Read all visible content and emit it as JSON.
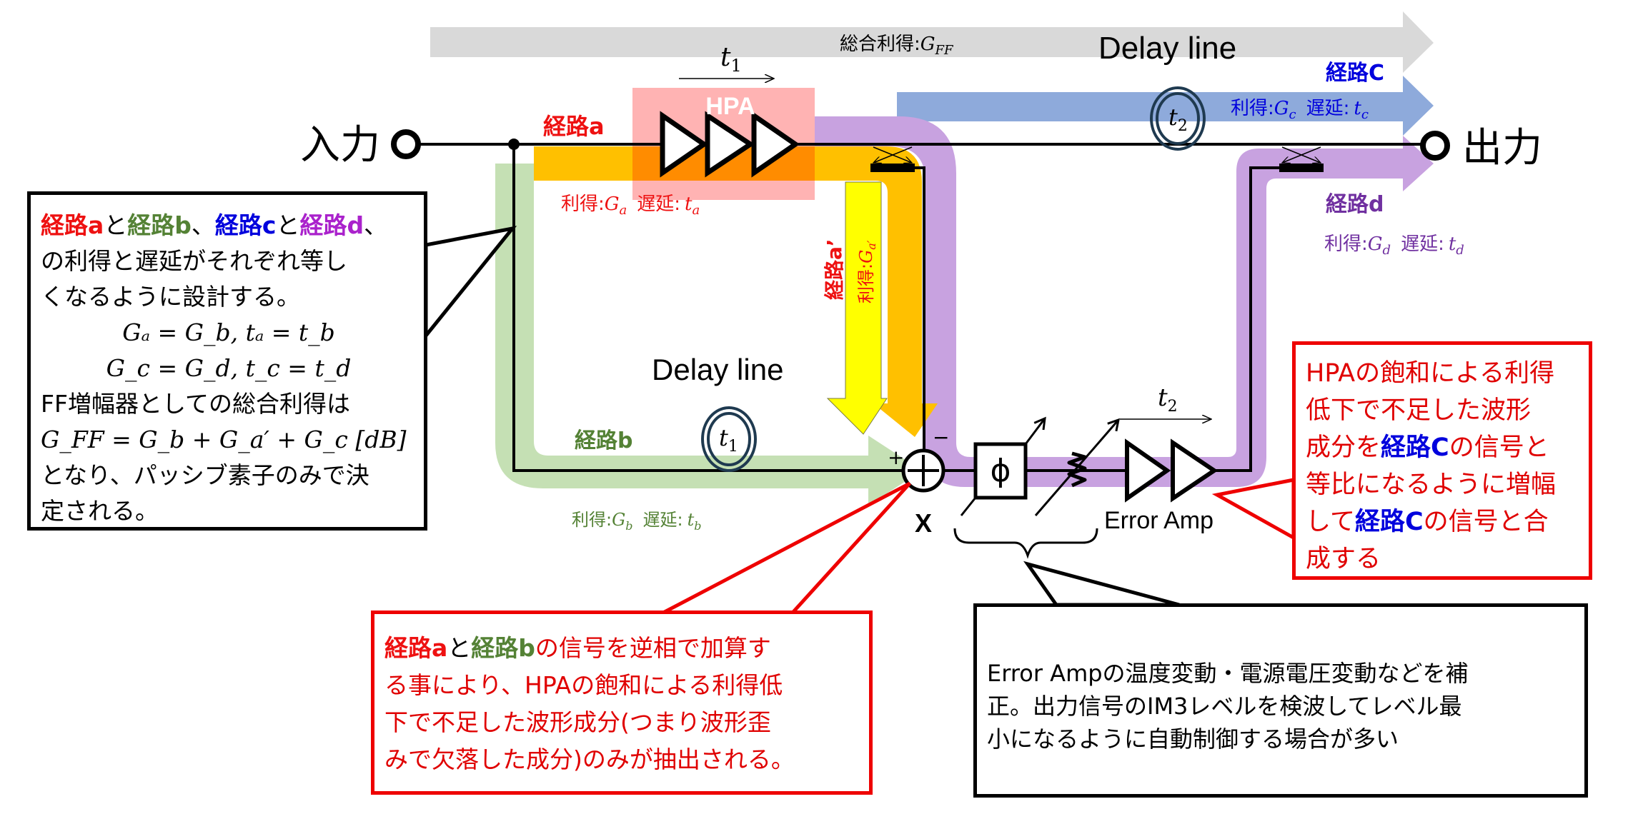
{
  "colors": {
    "gray_band": "#d9d9d9",
    "blue_band": "#8eaadb",
    "purple_band": "#c8a2e0",
    "orange_band": "#ffc000",
    "hpa_box": "#ffb3b3",
    "hpa_overlap": "#ff8c00",
    "yellow_arrow": "#ffff00",
    "green_band": "#c5e0b4",
    "path_a": "#ee1111",
    "path_b": "#548235",
    "path_c": "#0000dd",
    "path_d": "#7030a0",
    "delay_circle": "#1f3a50",
    "callout_red": "#ee0000"
  },
  "terminals": {
    "input": "入力",
    "output": "出力"
  },
  "total_gain": {
    "label": "総合利得:",
    "symbol": "G",
    "sub": "FF"
  },
  "hpa": {
    "label": "HPA",
    "delay_symbol": "t",
    "delay_sub": "1"
  },
  "path_a": {
    "name": "経路a",
    "gain_label": "利得:",
    "gain_symbol": "G",
    "gain_sub": "a",
    "delay_label": "遅延:",
    "delay_symbol": "t",
    "delay_sub": "a"
  },
  "path_a_prime": {
    "name": "経路a’",
    "gain_text": "利得:",
    "gain_symbol": "G",
    "gain_sub": "a′"
  },
  "path_b": {
    "name": "経路b",
    "gain_label": "利得:",
    "gain_symbol": "G",
    "gain_sub": "b",
    "delay_label": "遅延:",
    "delay_symbol": "t",
    "delay_sub": "b"
  },
  "path_c": {
    "name": "経路C",
    "gain_label": "利得:",
    "gain_symbol": "G",
    "gain_sub": "c",
    "delay_label": "遅延:",
    "delay_symbol": "t",
    "delay_sub": "c"
  },
  "path_d": {
    "name": "経路d",
    "gain_label": "利得:",
    "gain_symbol": "G",
    "gain_sub": "d",
    "delay_label": "遅延:",
    "delay_symbol": "t",
    "delay_sub": "d"
  },
  "delay_line_1": {
    "label": "Delay line",
    "symbol": "t",
    "sub": "1"
  },
  "delay_line_2": {
    "label": "Delay line",
    "symbol": "t",
    "sub": "2"
  },
  "combiner": {
    "plus_sign": "+",
    "minus_sign": "−",
    "node_label": "X"
  },
  "phase_shifter": {
    "symbol": "ϕ"
  },
  "error_amp": {
    "label": "Error Amp",
    "delay_symbol": "t",
    "delay_sub": "2"
  },
  "left_callout": {
    "line1": [
      {
        "text": "経路a",
        "style": "red"
      },
      {
        "text": "と",
        "style": "black"
      },
      {
        "text": "経路b",
        "style": "green"
      },
      {
        "text": "、",
        "style": "black"
      },
      {
        "text": "経路c",
        "style": "blue"
      },
      {
        "text": "と",
        "style": "black"
      },
      {
        "text": "経路d",
        "style": "purple"
      },
      {
        "text": "、",
        "style": "black"
      }
    ],
    "line2": "の利得と遅延がそれぞれ等し",
    "line3": "くなるように設計する。",
    "eq1": "Gₐ = G_b, tₐ = t_b",
    "eq2": "G_c = G_d, t_c = t_d",
    "line4": "FF増幅器としての総合利得は",
    "eq3": "G_FF = G_b + G_a′ + G_c [dB]",
    "line5": "となり、パッシブ素子のみで決",
    "line6": "定される。"
  },
  "bottom_red_callout": {
    "line1": [
      {
        "text": "経路a",
        "style": "red"
      },
      {
        "text": "と",
        "style": "black"
      },
      {
        "text": "経路b",
        "style": "green"
      },
      {
        "text": "の信号を逆相で加算す",
        "style": "plain"
      }
    ],
    "line2": "る事により、HPAの飽和による利得低",
    "line3": "下で不足した波形成分(つまり波形歪",
    "line4": "みで欠落した成分)のみが抽出される。"
  },
  "right_red_callout": {
    "line1": "HPAの飽和による利得",
    "line2": "低下で不足した波形",
    "line3": [
      {
        "text": "成分を",
        "style": "plain"
      },
      {
        "text": "経路C",
        "style": "blue"
      },
      {
        "text": "の信号と",
        "style": "plain"
      }
    ],
    "line4": "等比になるように増幅",
    "line5": [
      {
        "text": "して",
        "style": "plain"
      },
      {
        "text": "経路C",
        "style": "blue"
      },
      {
        "text": "の信号と合",
        "style": "plain"
      }
    ],
    "line6": "成する"
  },
  "black_callout": {
    "line1": "Error Ampの温度変動・電源電圧変動などを補",
    "line2": "正。出力信号のIM3レベルを検波してレベル最",
    "line3": "小になるように自動制御する場合が多い"
  }
}
